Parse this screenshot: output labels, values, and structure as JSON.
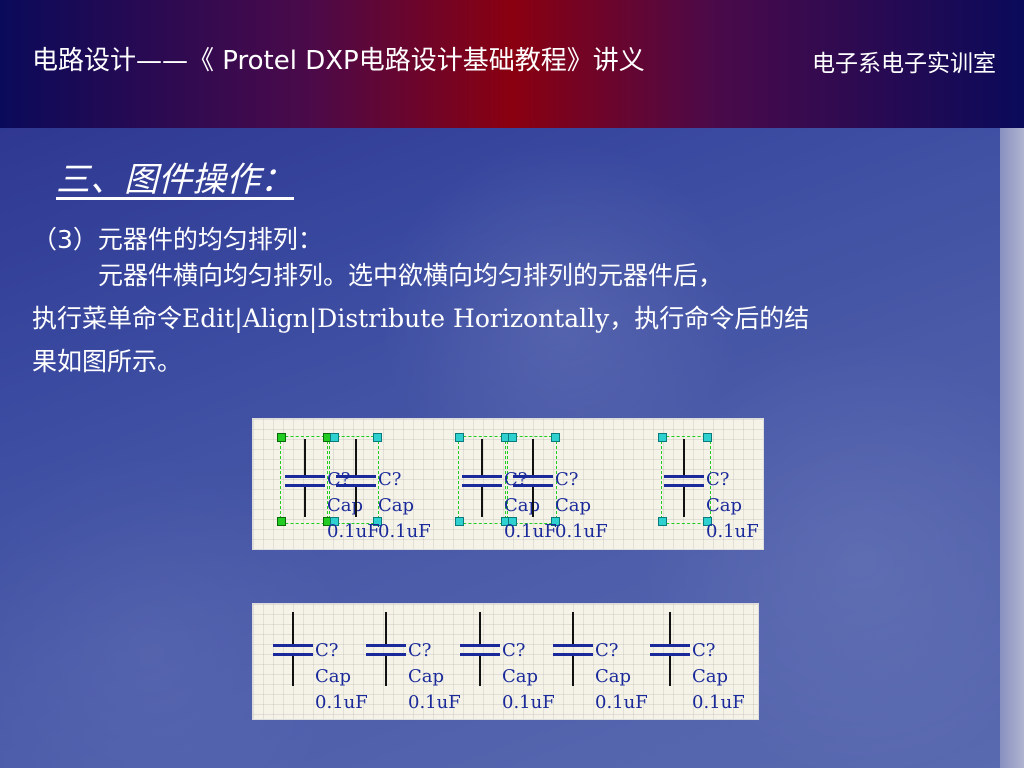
{
  "header": {
    "title": "电路设计——《 Protel DXP电路设计基础教程》讲义",
    "department": "电子系电子实训室"
  },
  "section": {
    "heading": "三、图件操作："
  },
  "subsection": {
    "heading": "（3）元器件的均匀排列："
  },
  "paragraph": {
    "line1": "元器件横向均匀排列。选中欲横向均匀排列的元器件后，",
    "line2": "执行菜单命令Edit|Align|Distribute Horizontally，执行命令后的结",
    "line3": "果如图所示。"
  },
  "component": {
    "designator": "C?",
    "comment": "Cap",
    "value": "0.1uF"
  },
  "colors": {
    "header_accent": "#8a0010",
    "component_blue": "#1a2a9a",
    "selection_green": "#22cc22",
    "handle_cyan": "#2fd0d0"
  }
}
